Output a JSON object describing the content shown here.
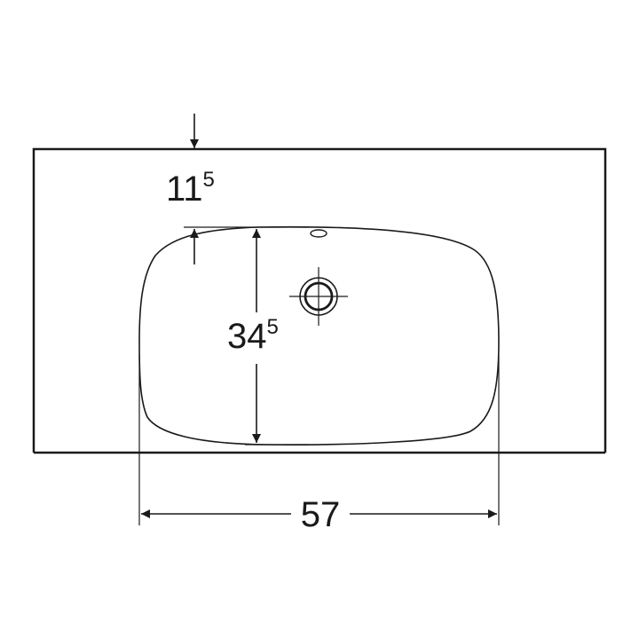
{
  "diagram": {
    "dimensions": {
      "top_offset": {
        "main": "11",
        "superscript": "5"
      },
      "bowl_depth": {
        "main": "34",
        "superscript": "5"
      },
      "bowl_width": {
        "main": "57"
      }
    },
    "colors": {
      "line": "#1a1a1a",
      "background": "#ffffff"
    }
  }
}
